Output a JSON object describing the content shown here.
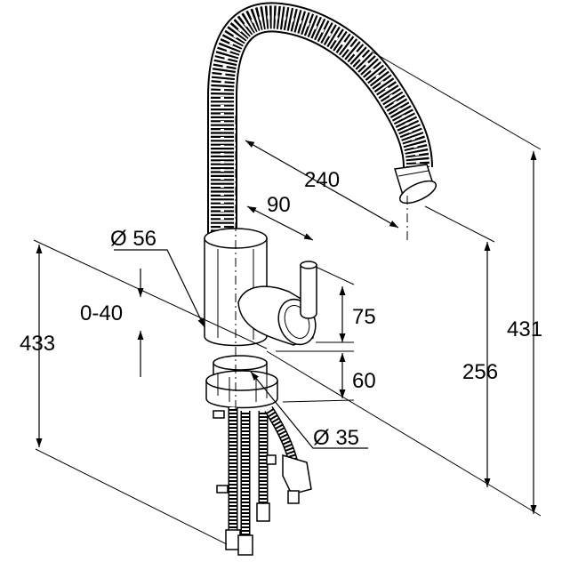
{
  "dimensions": {
    "spout_reach": "240",
    "lever_offset": "90",
    "body_diameter": "Ø 56",
    "deck_thickness": "0-40",
    "total_length": "433",
    "total_height": "431",
    "outlet_height": "256",
    "lever_height": "75",
    "base_height": "60",
    "mounting_hole": "Ø 35"
  },
  "colors": {
    "line": "#000000",
    "background": "#ffffff"
  }
}
